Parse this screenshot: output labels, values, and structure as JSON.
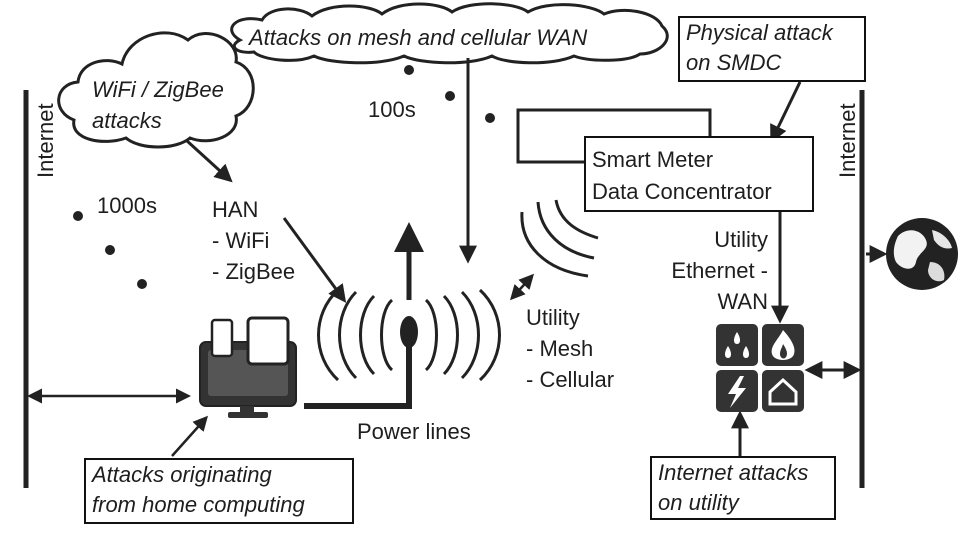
{
  "labels": {
    "internet_left": "Internet",
    "internet_right": "Internet",
    "mesh_cloud": "Attacks on mesh and cellular WAN",
    "wifi_cloud_line1": "WiFi / ZigBee",
    "wifi_cloud_line2": "attacks",
    "physical_line1": "Physical attack",
    "physical_line2": "on SMDC",
    "count_100s": "100s",
    "count_1000s": "1000s",
    "han_title": "HAN",
    "han_wifi": "- WiFi",
    "han_zigbee": "- ZigBee",
    "utility_title": "Utility",
    "utility_mesh": "- Mesh",
    "utility_cellular": "- Cellular",
    "smdc_line1": "Smart Meter",
    "smdc_line2": "Data Concentrator",
    "eth_line1": "Utility",
    "eth_line2": "Ethernet -",
    "eth_line3": "WAN",
    "power_lines": "Power lines",
    "home_attacks_line1": "Attacks originating",
    "home_attacks_line2": "from home computing",
    "internet_attacks_line1": "Internet attacks",
    "internet_attacks_line2": "on utility"
  },
  "icons": [
    "cloud-icon",
    "water-drops-icon",
    "flame-icon",
    "lightning-icon",
    "house-icon",
    "globe-icon",
    "computer-monitor-icon",
    "tablet-icon",
    "phone-icon",
    "antenna-icon"
  ],
  "colors": {
    "stroke": "#222222",
    "tile": "#333333",
    "text": "#1e1e1e"
  }
}
